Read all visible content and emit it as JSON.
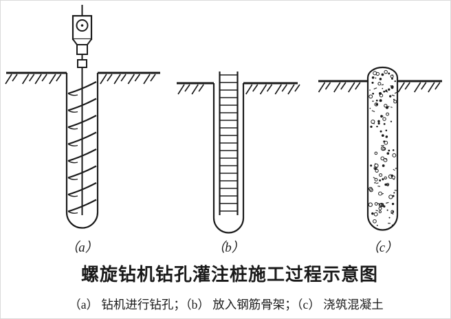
{
  "figure": {
    "title": "螺旋钻机钻孔灌注桩施工过程示意图",
    "caption": "（a） 钻机进行钻孔；（b） 放入钢筋骨架；（c） 浇筑混凝土",
    "panels": [
      {
        "label": "（a）"
      },
      {
        "label": "（b）"
      },
      {
        "label": "（c）"
      }
    ],
    "colors": {
      "ink": "#1a1a1a",
      "background": "#ffffff",
      "border": "#d9d9d9"
    }
  }
}
